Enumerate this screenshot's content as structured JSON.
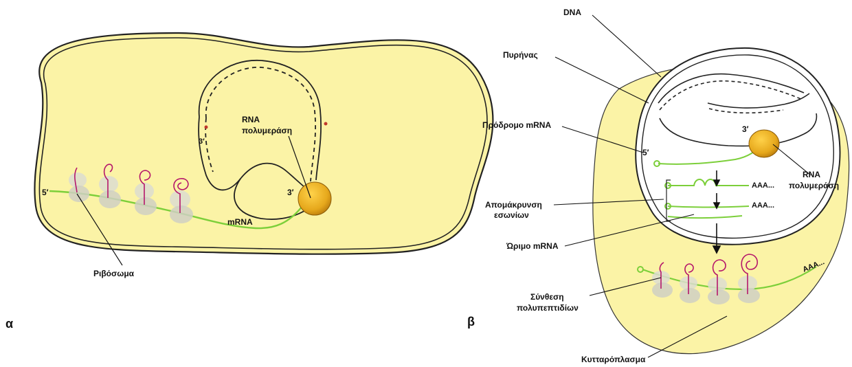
{
  "panel_a": {
    "letter": "α",
    "labels": {
      "rna_polymerase_line1": "RNA",
      "rna_polymerase_line2": "πολυμεράση",
      "three_prime_left": "3′",
      "three_prime_right": "3′",
      "five_prime": "5′",
      "mrna": "mRNA",
      "ribosome": "Ριβόσωμα"
    }
  },
  "panel_b": {
    "letter": "β",
    "labels": {
      "dna": "DNA",
      "nucleus": "Πυρήνας",
      "precursor_mrna": "Πρόδρομο mRNA",
      "five_prime": "5′",
      "three_prime": "3′",
      "rna_polymerase_line1": "RNA",
      "rna_polymerase_line2": "πολυμεράση",
      "polya_1": "AAA...",
      "polya_2": "AAA...",
      "polya_3": "AAA...",
      "intron_removal_line1": "Απομάκρυνση",
      "intron_removal_line2": "εσωνίων",
      "mature_mrna": "Ώριμο mRNA",
      "polypeptide_line1": "Σύνθεση",
      "polypeptide_line2": "πολυπεπτιδίων",
      "cytoplasm": "Κυτταρόπλασμα"
    }
  },
  "colors": {
    "cell_fill": "#fbf3a6",
    "membrane": "#222222",
    "mrna_green": "#7ccf3a",
    "polymerase": "#e6a81c",
    "ribosome": "#d9d9cf",
    "polypeptide": "#b5176b",
    "nucleus_fill": "#ffffff"
  }
}
